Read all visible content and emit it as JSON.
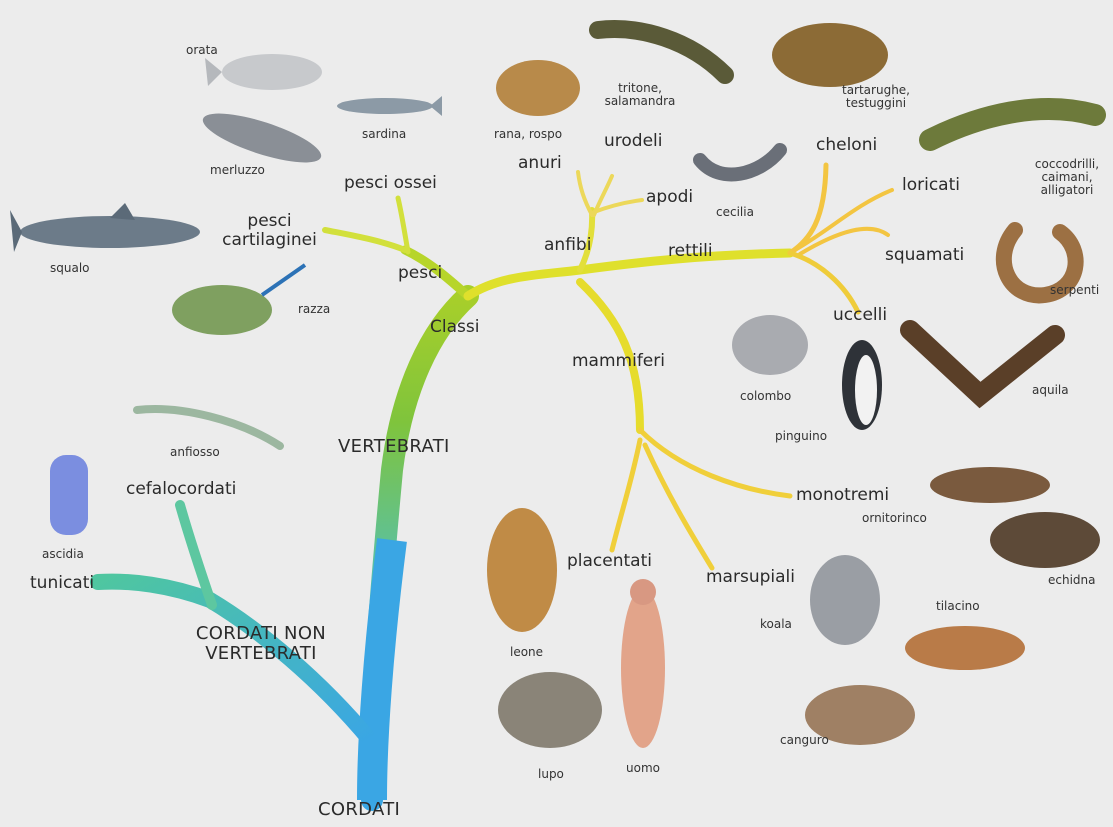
{
  "root": "CORDATI",
  "branches": {
    "vertebrati": "VERTEBRATI",
    "non_vertebrati": "CORDATI NON VERTEBRATI",
    "classi": "Classi"
  },
  "non_vertebrati": {
    "tunicati": "tunicati",
    "cefalocordati": "cefalocordati",
    "ascidia": "ascidia",
    "anfiosso": "anfiosso"
  },
  "pesci": {
    "label": "pesci",
    "ossei": "pesci ossei",
    "cartilaginei": "pesci cartilaginei",
    "orata": "orata",
    "sardina": "sardina",
    "merluzzo": "merluzzo",
    "squalo": "squalo",
    "razza": "razza"
  },
  "anfibi": {
    "label": "anfibi",
    "anuri": "anuri",
    "urodeli": "urodeli",
    "apodi": "apodi",
    "rana": "rana, rospo",
    "tritone": "tritone, salamandra",
    "cecilia": "cecilia"
  },
  "rettili": {
    "label": "rettili",
    "cheloni": "cheloni",
    "loricati": "loricati",
    "squamati": "squamati",
    "tartarughe": "tartarughe, testuggini",
    "coccodrilli": "coccodrilli, caimani, alligatori",
    "serpenti": "serpenti"
  },
  "uccelli": {
    "label": "uccelli",
    "colombo": "colombo",
    "pinguino": "pinguino",
    "aquila": "aquila"
  },
  "mammiferi": {
    "label": "mammiferi",
    "monotremi": "monotremi",
    "marsupiali": "marsupiali",
    "placentati": "placentati",
    "ornitorinco": "ornitorinco",
    "echidna": "echidna",
    "koala": "koala",
    "tilacino": "tilacino",
    "canguro": "canguro",
    "leone": "leone",
    "lupo": "lupo",
    "uomo": "uomo"
  }
}
